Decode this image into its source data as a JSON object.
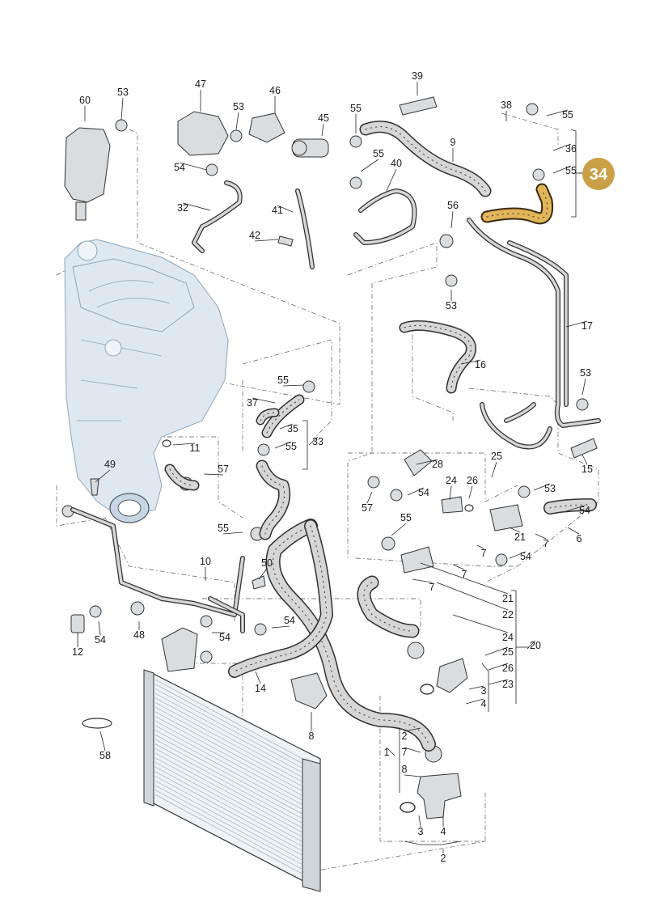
{
  "diagram": {
    "highlight": {
      "part": "34",
      "color": "#c9a045",
      "hose_color": "#e2b55a"
    },
    "labels": [
      "60",
      "53",
      "47",
      "53",
      "46",
      "45",
      "55",
      "39",
      "38",
      "55",
      "36",
      "55",
      "9",
      "55",
      "40",
      "54",
      "32",
      "41",
      "56",
      "42",
      "53",
      "17",
      "16",
      "55",
      "53",
      "37",
      "35",
      "55",
      "33",
      "11",
      "57",
      "49",
      "28",
      "25",
      "24",
      "26",
      "53",
      "15",
      "54",
      "57",
      "54",
      "55",
      "6",
      "7",
      "21",
      "54",
      "7",
      "7",
      "55",
      "10",
      "50",
      "54",
      "12",
      "54",
      "48",
      "54",
      "14",
      "21",
      "22",
      "7",
      "24",
      "20",
      "25",
      "26",
      "23",
      "3",
      "4",
      "8",
      "2",
      "7",
      "1",
      "8",
      "58",
      "3",
      "4",
      "2"
    ]
  },
  "colors": {
    "engine": "#dde8f1",
    "line": "#222222",
    "hose_shadow": "#d6d6d6"
  }
}
